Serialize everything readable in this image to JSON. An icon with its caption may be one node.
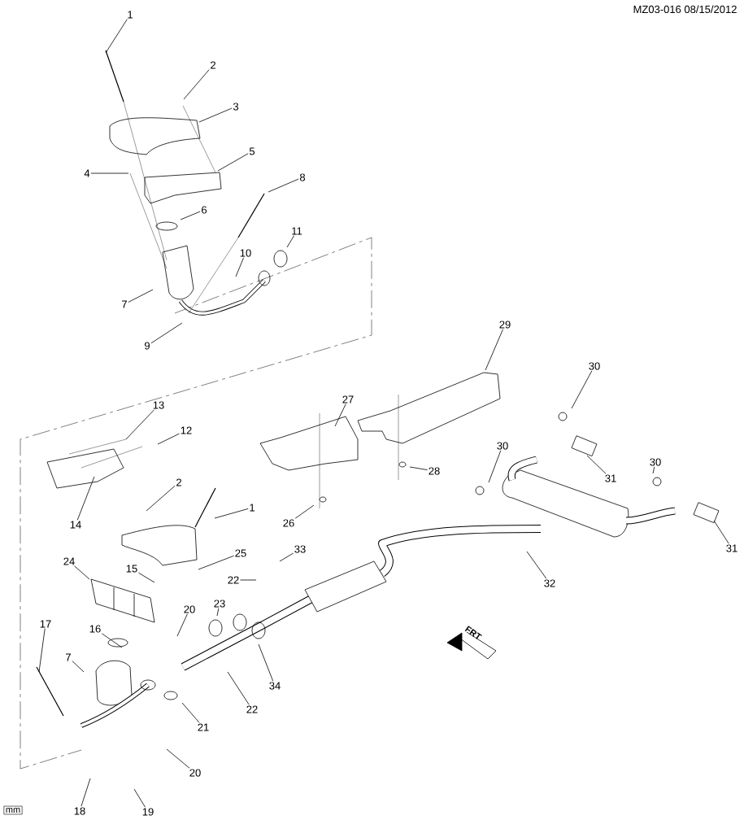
{
  "diagram": {
    "nodes": [
      {
        "text": [
          "1"
        ]
      },
      {
        "text": [
          "2"
        ]
      },
      {
        "text": [
          "3"
        ]
      },
      {
        "text": [
          "5"
        ]
      },
      {
        "text": [
          "4"
        ]
      },
      {
        "text": [
          "8"
        ]
      },
      {
        "text": [
          "6"
        ]
      },
      {
        "text": [
          "11"
        ]
      },
      {
        "text": [
          "10"
        ]
      },
      {
        "text": [
          "7"
        ]
      },
      {
        "text": [
          "9"
        ]
      },
      {
        "text": [
          "29"
        ]
      },
      {
        "text": [
          "30"
        ]
      },
      {
        "text": [
          "27"
        ]
      },
      {
        "text": [
          "13"
        ]
      },
      {
        "text": [
          "12"
        ]
      },
      {
        "text": [
          "30"
        ]
      },
      {
        "text": [
          "31"
        ]
      },
      {
        "text": [
          "30"
        ]
      },
      {
        "text": [
          "28"
        ]
      },
      {
        "text": [
          "2"
        ]
      },
      {
        "text": [
          "1"
        ]
      },
      {
        "text": [
          "14"
        ]
      },
      {
        "text": [
          "26"
        ]
      },
      {
        "text": [
          "33"
        ]
      },
      {
        "text": [
          "24"
        ]
      },
      {
        "text": [
          "15"
        ]
      },
      {
        "text": [
          "25"
        ]
      },
      {
        "text": [
          "31"
        ]
      },
      {
        "text": [
          "22"
        ]
      },
      {
        "text": [
          "32"
        ]
      },
      {
        "text": [
          "20"
        ]
      },
      {
        "text": [
          "23"
        ]
      },
      {
        "text": [
          "17"
        ]
      },
      {
        "text": [
          "16"
        ]
      },
      {
        "text": [
          "7"
        ]
      },
      {
        "text": [
          "34"
        ]
      },
      {
        "text": [
          "22"
        ]
      },
      {
        "text": [
          "21"
        ]
      },
      {
        "text": [
          "20"
        ]
      },
      {
        "text": [
          "18"
        ]
      },
      {
        "text": [
          "19"
        ]
      }
    ],
    "edges": [
      {
        "from": 0,
        "to": null,
        "arrow": "none"
      },
      {
        "from": 1,
        "to": null,
        "arrow": "none"
      },
      {
        "from": 2,
        "to": null,
        "arrow": "none"
      },
      {
        "from": 3,
        "to": null,
        "arrow": "none"
      },
      {
        "from": 4,
        "to": null,
        "arrow": "none"
      },
      {
        "from": 5,
        "to": null,
        "arrow": "none"
      },
      {
        "from": 6,
        "to": null,
        "arrow": "none"
      },
      {
        "from": 7,
        "to": null,
        "arrow": "none"
      },
      {
        "from": 8,
        "to": null,
        "arrow": "none"
      },
      {
        "from": 9,
        "to": null,
        "arrow": "none"
      },
      {
        "from": 10,
        "to": null,
        "arrow": "none"
      },
      {
        "from": 11,
        "to": null,
        "arrow": "none"
      },
      {
        "from": 12,
        "to": null,
        "arrow": "none"
      },
      {
        "from": 13,
        "to": null,
        "arrow": "none"
      },
      {
        "from": 14,
        "to": null,
        "arrow": "none"
      },
      {
        "from": 15,
        "to": null,
        "arrow": "none"
      },
      {
        "from": 16,
        "to": null,
        "arrow": "none"
      },
      {
        "from": 17,
        "to": null,
        "arrow": "none"
      },
      {
        "from": 18,
        "to": null,
        "arrow": "none"
      },
      {
        "from": 19,
        "to": null,
        "arrow": "none"
      },
      {
        "from": 20,
        "to": null,
        "arrow": "none"
      },
      {
        "from": 21,
        "to": null,
        "arrow": "none"
      },
      {
        "from": 22,
        "to": null,
        "arrow": "none"
      },
      {
        "from": 23,
        "to": null,
        "arrow": "none"
      },
      {
        "from": 24,
        "to": null,
        "arrow": "none"
      },
      {
        "from": 25,
        "to": null,
        "arrow": "none"
      },
      {
        "from": 26,
        "to": null,
        "arrow": "none"
      },
      {
        "from": 27,
        "to": null,
        "arrow": "none"
      },
      {
        "from": 28,
        "to": null,
        "arrow": "none"
      },
      {
        "from": 29,
        "to": null,
        "arrow": "none"
      },
      {
        "from": 30,
        "to": null,
        "arrow": "none"
      },
      {
        "from": 31,
        "to": null,
        "arrow": "none"
      },
      {
        "from": 32,
        "to": null,
        "arrow": "none"
      },
      {
        "from": 33,
        "to": null,
        "arrow": "none"
      },
      {
        "from": 34,
        "to": null,
        "arrow": "none"
      },
      {
        "from": 35,
        "to": null,
        "arrow": "none"
      },
      {
        "from": 36,
        "to": null,
        "arrow": "none"
      },
      {
        "from": 37,
        "to": null,
        "arrow": "none"
      },
      {
        "from": 38,
        "to": null,
        "arrow": "none"
      },
      {
        "from": 39,
        "to": null,
        "arrow": "none"
      },
      {
        "from": 40,
        "to": null,
        "arrow": "none"
      },
      {
        "from": 41,
        "to": null,
        "arrow": "none"
      }
    ],
    "labels": [
      "MZ03-016 08/15/2012",
      "FRT",
      "mm"
    ]
  }
}
